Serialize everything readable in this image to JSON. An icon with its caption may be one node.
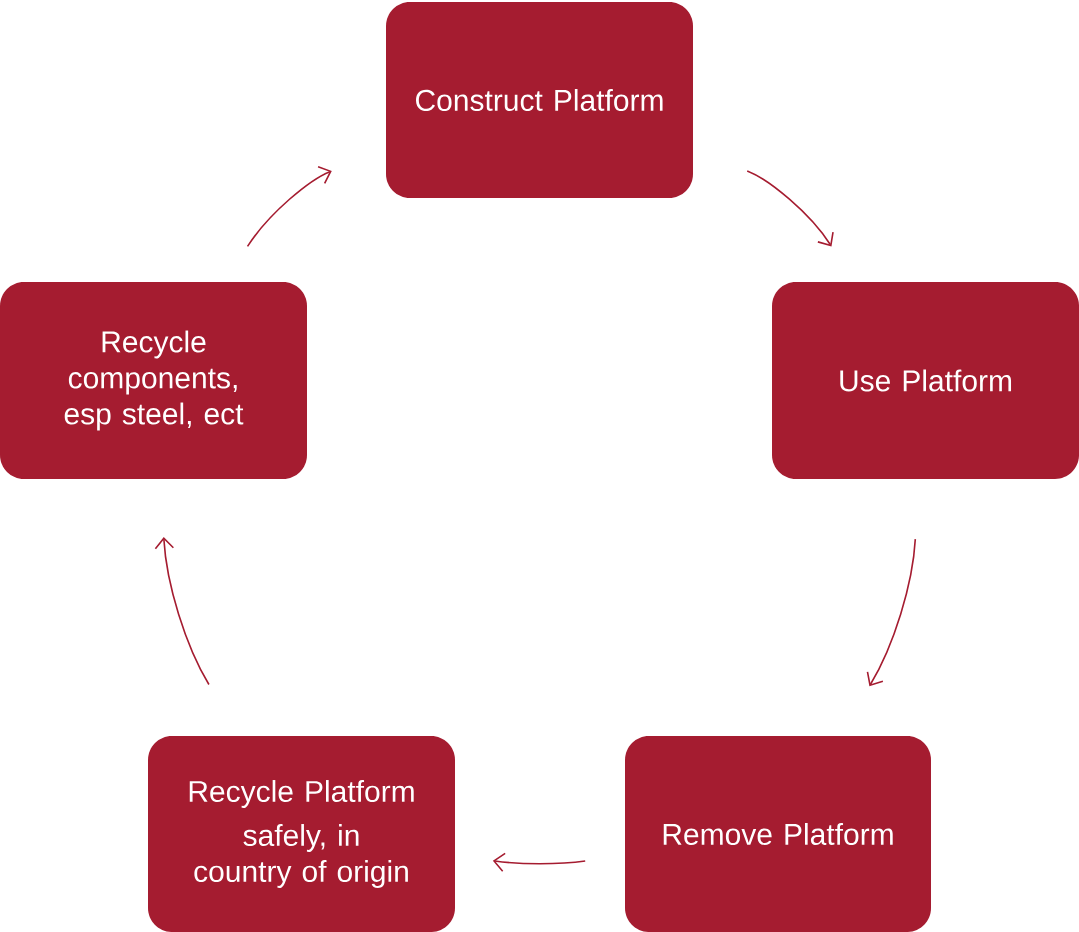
{
  "diagram": {
    "nodes": [
      {
        "text": [
          "Construct Platform"
        ]
      },
      {
        "text": [
          "Use Platform"
        ]
      },
      {
        "text": [
          "Remove Platform"
        ]
      },
      {
        "text": [
          "Recycle Platform",
          "safely, in country of origin"
        ]
      },
      {
        "text": [
          "Recycle components, esp steel, ect"
        ]
      }
    ],
    "edges": [
      {
        "from": 0,
        "to": 1,
        "arrow": "to"
      },
      {
        "from": 1,
        "to": 2,
        "arrow": "to"
      },
      {
        "from": 2,
        "to": 3,
        "arrow": "to"
      },
      {
        "from": 3,
        "to": 4,
        "arrow": "to"
      },
      {
        "from": 4,
        "to": 0,
        "arrow": "to"
      }
    ]
  }
}
